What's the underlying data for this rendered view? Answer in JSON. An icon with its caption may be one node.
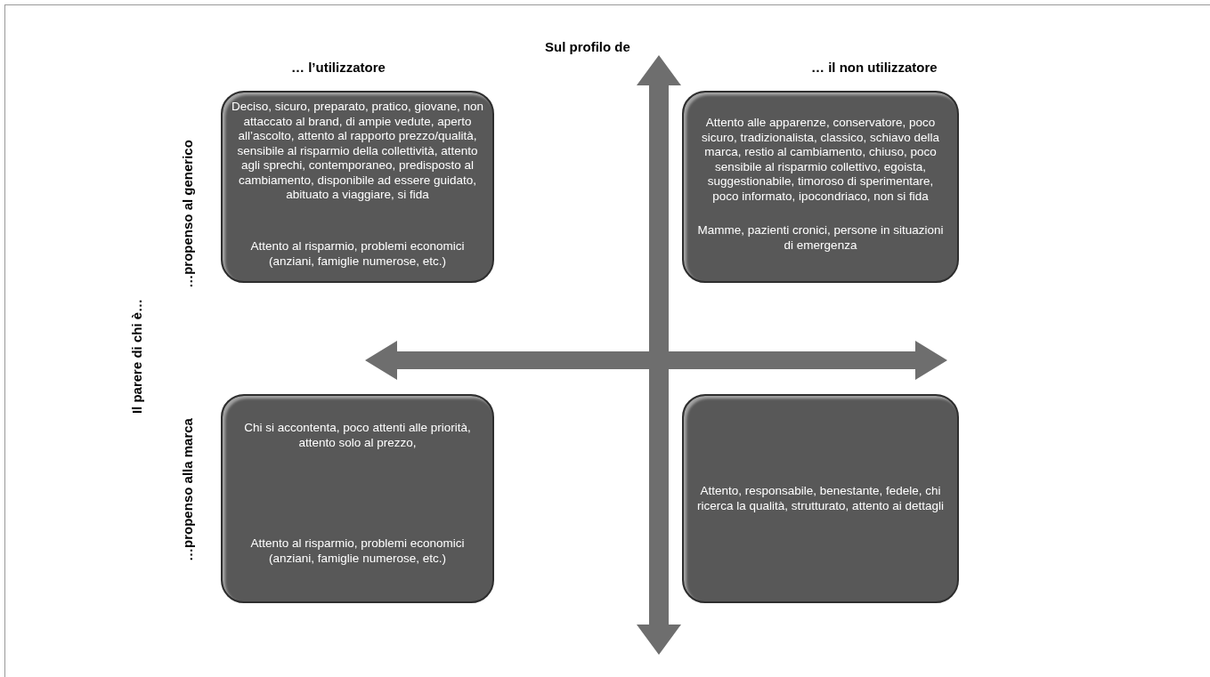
{
  "diagram": {
    "title": "Sul profilo de",
    "nodes": [
      {
        "text": [
          "Deciso, sicuro, preparato, pratico, giovane, non attaccato al brand, di ampie vedute, aperto all’ascolto, attento al rapporto prezzo/qualità, sensibile al risparmio della collettività, attento agli sprechi, contemporaneo, predisposto al cambiamento, disponibile ad essere guidato, abituato a viaggiare, si fida",
          "Attento al risparmio, problemi economici (anziani, famiglie numerose, etc.)"
        ]
      },
      {
        "text": [
          "Attento alle apparenze, conservatore, poco sicuro, tradizionalista, classico, schiavo della marca, restio al cambiamento, chiuso, poco sensibile al risparmio collettivo, egoista, suggestionabile, timoroso di sperimentare, poco informato, ipocondriaco, non si fida",
          "Mamme, pazienti cronici, persone in situazioni di emergenza"
        ]
      },
      {
        "text": [
          "Chi si accontenta, poco attenti alle priorità, attento solo al prezzo,",
          "Attento al risparmio, problemi economici (anziani, famiglie numerose, etc.)"
        ]
      },
      {
        "text": [
          "Attento, responsabile, benestante, fedele, chi ricerca la qualità, strutturato, attento ai dettagli"
        ]
      }
    ],
    "edges": [],
    "labels": [
      "… l’utilizzatore",
      "… il non utilizzatore",
      "Il parere di chi è…",
      "…propenso al generico",
      "…propenso alla marca"
    ]
  }
}
